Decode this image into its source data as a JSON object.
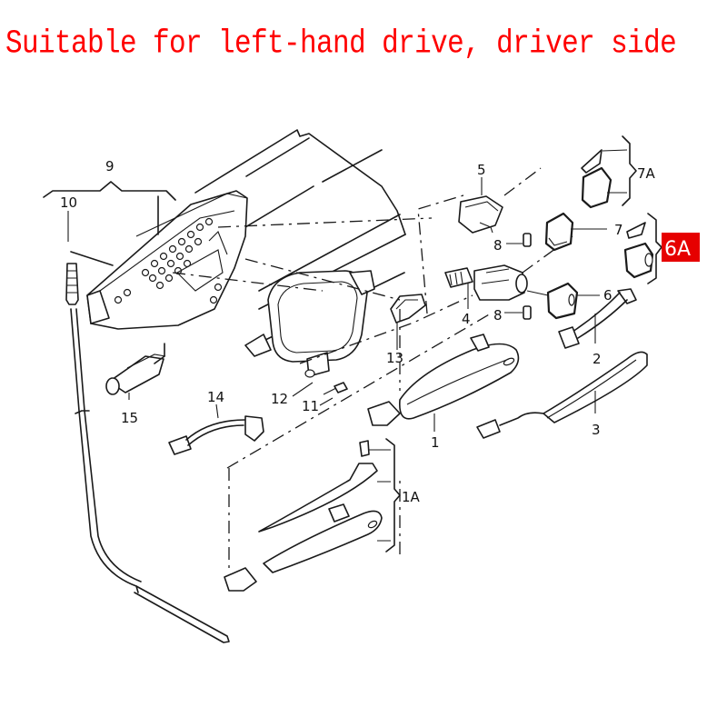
{
  "title": "Suitable for left-hand drive, driver side",
  "highlight": {
    "label": "6A",
    "color": "#e60000"
  },
  "title_color": "#ff0000",
  "callouts": {
    "p1": "1",
    "p1a": "1A",
    "p2": "2",
    "p3": "3",
    "p4": "4",
    "p5": "5",
    "p6": "6",
    "p7": "7",
    "p7a": "7A",
    "p8a": "8",
    "p8b": "8",
    "p9": "9",
    "p10": "10",
    "p11": "11",
    "p12": "12",
    "p13": "13",
    "p14": "14",
    "p15": "15"
  }
}
